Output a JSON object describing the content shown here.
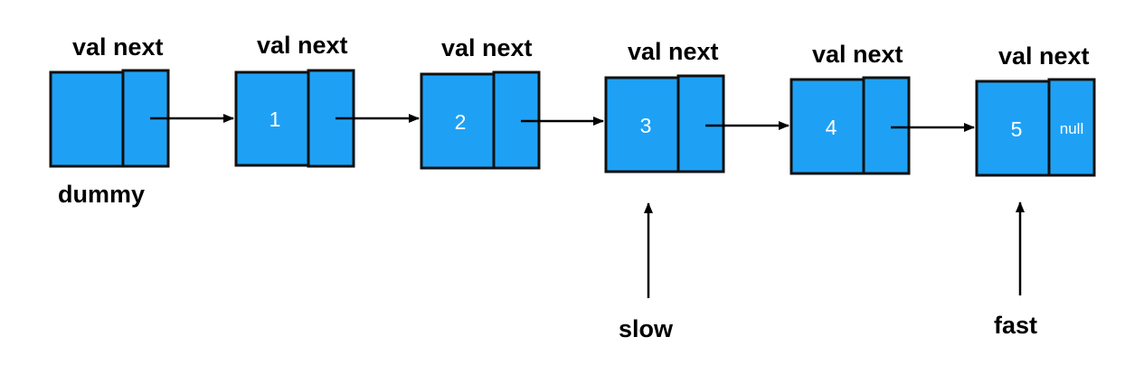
{
  "colors": {
    "node_fill": "#1ea1f5",
    "outline": "#111111",
    "text_light": "#ffffff",
    "text_dark": "#000000"
  },
  "nodes": [
    {
      "header": "val next",
      "value": "",
      "next": ""
    },
    {
      "header": "val next",
      "value": "1",
      "next": ""
    },
    {
      "header": "val next",
      "value": "2",
      "next": ""
    },
    {
      "header": "val next",
      "value": "3",
      "next": ""
    },
    {
      "header": "val next",
      "value": "4",
      "next": ""
    },
    {
      "header": "val next",
      "value": "5",
      "next": "null"
    }
  ],
  "labels": {
    "dummy": "dummy",
    "slow": "slow",
    "fast": "fast"
  }
}
